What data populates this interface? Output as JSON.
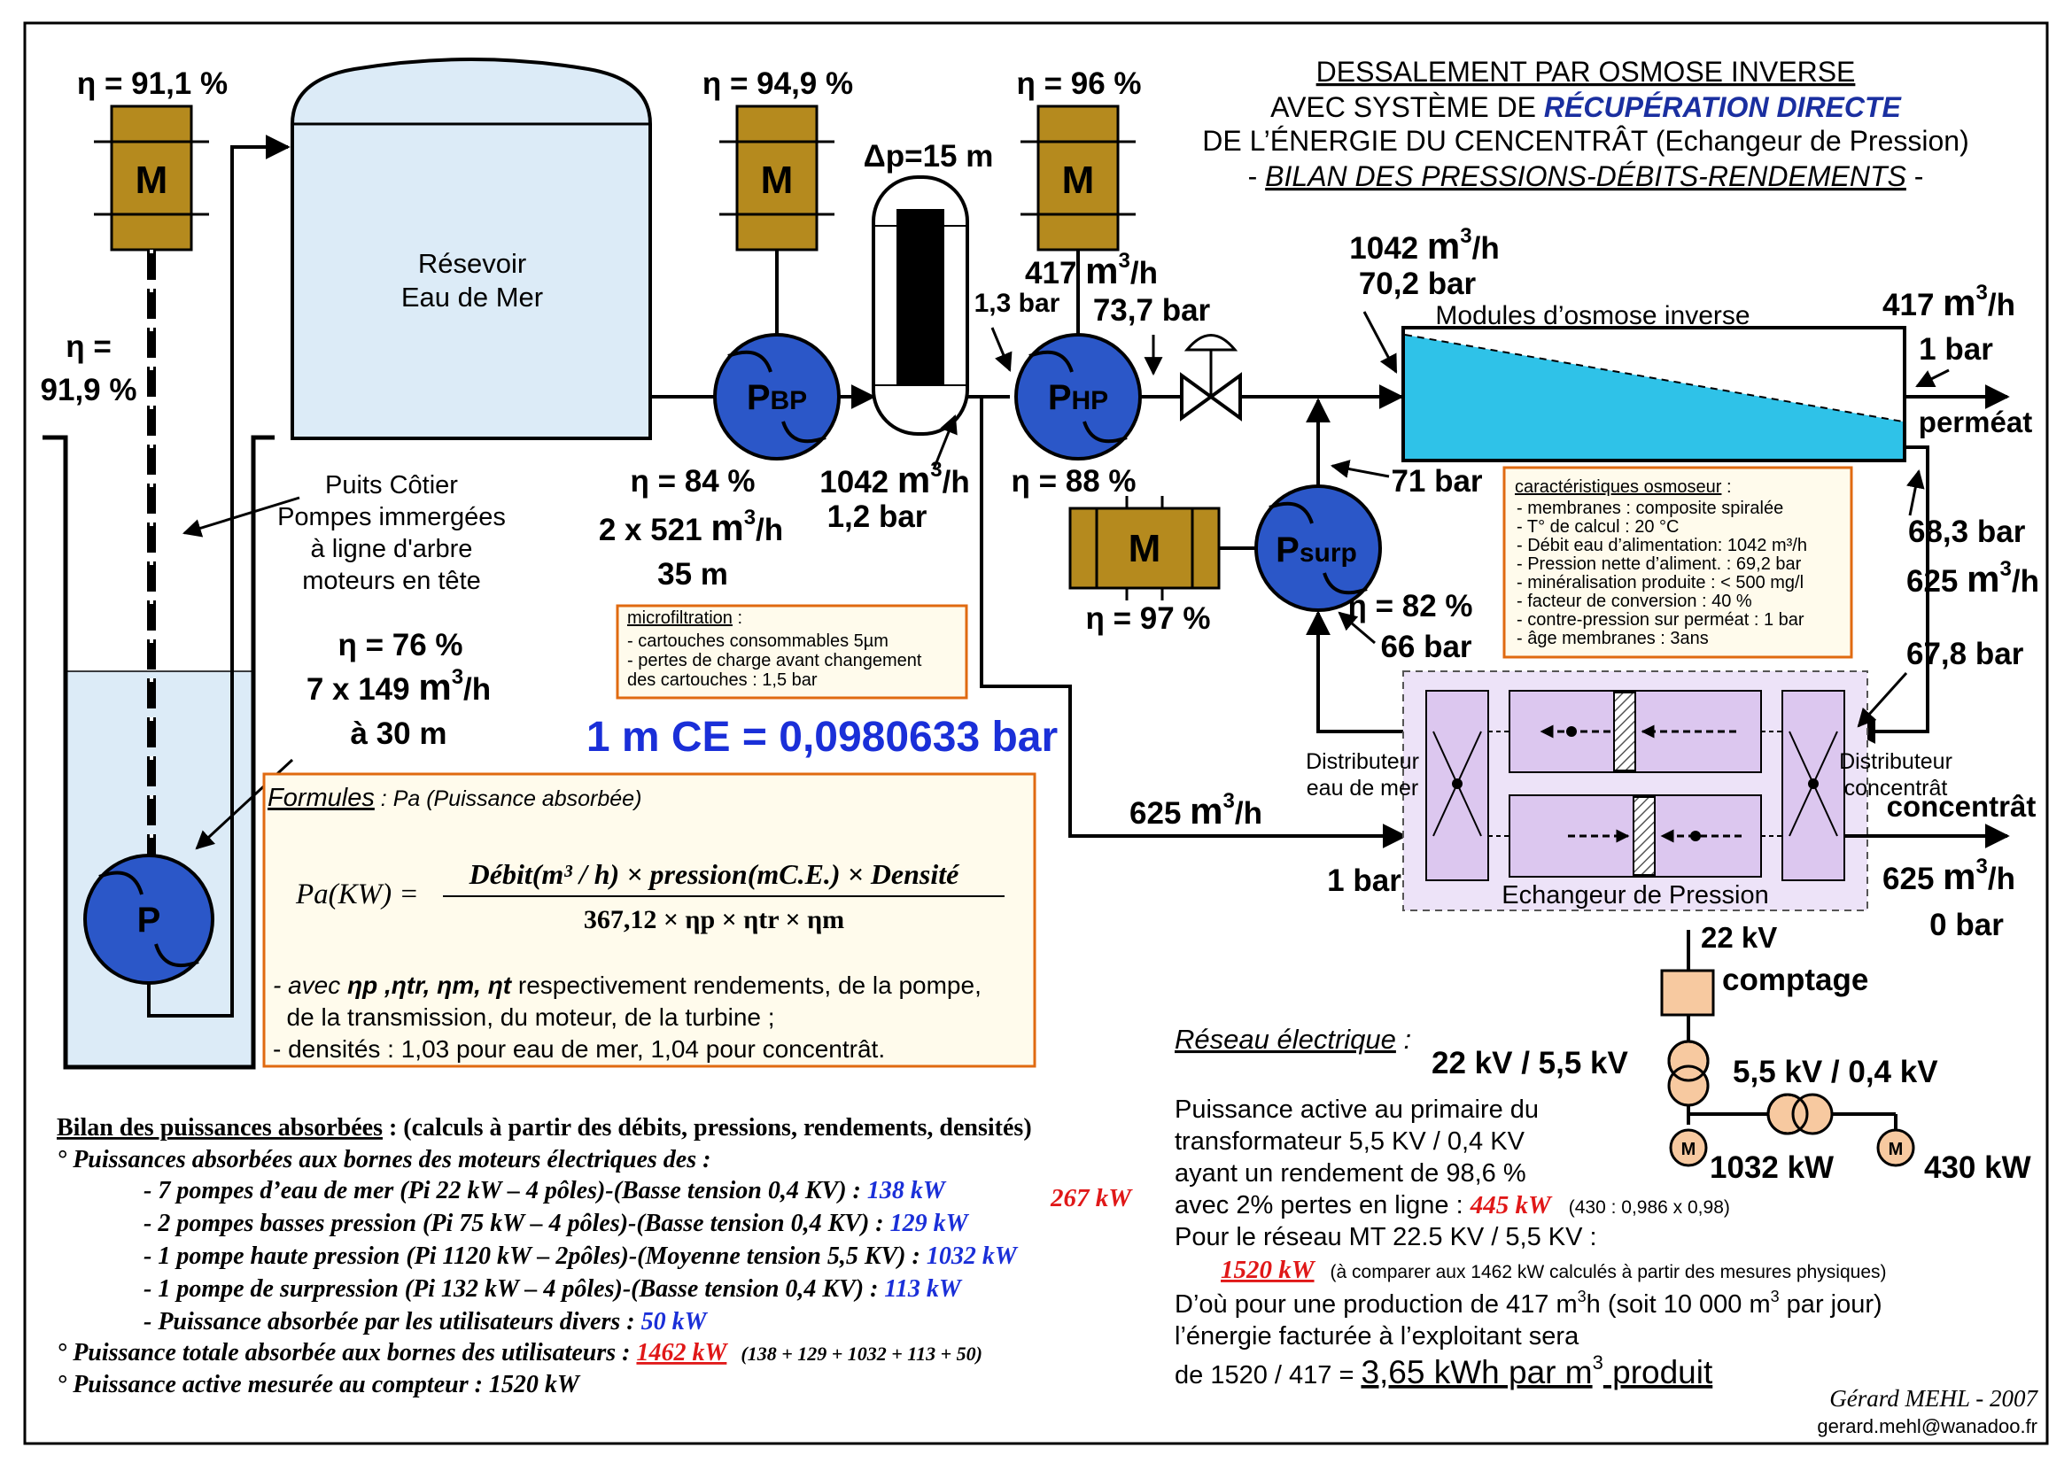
{
  "title": {
    "line1": "DESSALEMENT PAR OSMOSE INVERSE",
    "line2a": "AVEC SYSTÈME DE ",
    "line2b": "RÉCUPÉRATION DIRECTE",
    "line3": "DE L’ÉNERGIE DU CENCENTRÂT (Echangeur de Pression)",
    "line4a": "- ",
    "line4b": "BILAN DES PRESSIONS-DÉBITS-RENDEMENTS",
    "line4c": " -"
  },
  "colors": {
    "motor": "#b58a1e",
    "pump": "#2b57c8",
    "membrane": "#2fc2e8",
    "water": "#dcebf7",
    "exchanger": "#dcc7ef",
    "transformer": "#f7c9a0",
    "note_border": "#e06a10",
    "note_bg": "#fffbec",
    "blue_text": "#1a2fd8",
    "red_text": "#e01818"
  },
  "motors": {
    "well_eff": "η = 91,1 %",
    "bp_eff": "η = 94,9 %",
    "hp_eff": "η = 96 %",
    "surp_eff": "η = 97 %",
    "label": "M"
  },
  "shaft_eff": {
    "line1": "η =",
    "line2": "91,9 %"
  },
  "reservoir": {
    "line1": "Résevoir",
    "line2": "Eau de Mer"
  },
  "well": {
    "line1": "Puits Côtier",
    "line2": "Pompes immergées",
    "line3": "à ligne d'arbre",
    "line4": "moteurs en tête",
    "pump_label": "P",
    "eff": "η = 76 %",
    "flow_a": "7 x 149 ",
    "flow_unit": "m",
    "flow_sup": "3",
    "flow_b": "/h",
    "head": "à 30 m"
  },
  "pbp": {
    "label_p": "P",
    "label_sub": "BP",
    "eff": "η = 84 %",
    "flow_a": "2 x 521 ",
    "flow_unit": "m",
    "flow_sup": "3",
    "flow_b": "/h",
    "head": "35 m"
  },
  "filter": {
    "dp": "Δp=15 m",
    "flow_a": "1042 ",
    "flow_unit": "m",
    "flow_sup": "3",
    "flow_b": "/h",
    "pressure": "1,2 bar",
    "in_pressure": "1,3 bar"
  },
  "php": {
    "label_p": "P",
    "label_sub": "HP",
    "eff": "η = 88 %",
    "flow_a": "417 ",
    "flow_unit": "m",
    "flow_sup": "3",
    "flow_b": "/h",
    "out_pressure": "73,7 bar"
  },
  "membranes": {
    "label": "Modules d’osmose inverse",
    "in_flow_a": "1042 ",
    "in_flow_unit": "m",
    "in_flow_sup": "3",
    "in_flow_b": "/h",
    "in_pressure": "70,2 bar",
    "perm_flow_a": "417 ",
    "perm_flow_unit": "m",
    "perm_flow_sup": "3",
    "perm_flow_b": "/h",
    "perm_pressure": "1 bar",
    "perm_label": "perméat",
    "conc_pressure": "68,3 bar",
    "conc_flow_a": "625 ",
    "conc_flow_unit": "m",
    "conc_flow_sup": "3",
    "conc_flow_b": "/h"
  },
  "psurp": {
    "label_p": "P",
    "label_sub": "surp",
    "out_pressure": "71 bar",
    "eff": "η = 82 %",
    "in_pressure": "66 bar"
  },
  "osmoseur_note": {
    "title": "caractéristiques osmoseur",
    "title_suffix": " :",
    "items": [
      "- membranes : composite spiralée",
      "- T° de calcul : 20 °C",
      "- Débit eau d’alimentation: 1042 m³/h",
      "- Pression nette d’aliment. : 69,2 bar",
      "- minéralisation produite : < 500 mg/l",
      "- facteur de conversion : 40 %",
      "- contre-pression sur perméat : 1 bar",
      "- âge membranes : 3ans"
    ]
  },
  "micro_note": {
    "title": "microfiltration",
    "title_suffix": " :",
    "items": [
      "- cartouches consommables 5µm",
      "- pertes de charge avant changement",
      "  des cartouches : 1,5 bar"
    ]
  },
  "conversion": "1 m CE = 0,0980633 bar",
  "exchanger": {
    "label": "Echangeur de Pression",
    "dist_sea_1": "Distributeur",
    "dist_sea_2": "eau de mer",
    "dist_conc_1": "Distributeur",
    "dist_conc_2": "concentrât",
    "conc_in_pressure": "67,8 bar",
    "sea_in_flow_a": "625 ",
    "sea_in_flow_unit": "m",
    "sea_in_flow_sup": "3",
    "sea_in_flow_b": "/h",
    "sea_in_pressure": "1 bar",
    "out_label": "concentrât",
    "out_flow_a": "625 ",
    "out_flow_unit": "m",
    "out_flow_sup": "3",
    "out_flow_b": "/h",
    "out_pressure": "0 bar"
  },
  "formula": {
    "title": "Formules",
    "title_suffix": " : Pa (Puissance absorbée)",
    "lhs": "Pa(KW) =",
    "numerator": "Débit(m³ / h) × pression(mC.E.) × Densité",
    "denominator": "367,12 × ηp × ηtr × ηm",
    "line1a": "- avec ",
    "line1b": "ηp ,ηtr, ηm, ηt",
    "line1c": " respectivement rendements, de la pompe,",
    "line2": "  de la transmission, du moteur, de la turbine ;",
    "line3": "- densités : 1,03 pour eau de mer, 1,04 pour concentrât."
  },
  "electrical": {
    "voltage_in": "22 kV",
    "metering": "comptage",
    "tx1": "22 kV / 5,5 kV",
    "tx2": "5,5 kV / 0,4 kV",
    "motor_label": "M",
    "load_hp": "1032 kW",
    "load_lv": "430 kW"
  },
  "network": {
    "title": "Réseau électrique",
    "title_suffix": " :",
    "line1": "Puissance active au primaire du",
    "line2": "transformateur 5,5 KV / 0,4 KV",
    "line3": "ayant un rendement de 98,6 %",
    "line4a": "avec 2% pertes en ligne : ",
    "line4b": "445 kW",
    "line4c": "(430 : 0,986 x 0,98)",
    "line5": "Pour le réseau MT 22.5 KV / 5,5 KV :",
    "line6a": "1520 kW",
    "line6b": "(à comparer aux 1462 kW calculés à partir des mesures physiques)",
    "line7a": "D’où pour une production de 417 m",
    "line7b": "3",
    "line7c": "h (soit 10 000 m",
    "line7d": "3",
    "line7e": " par jour)",
    "line8": "l’énergie facturée à l’exploitant sera",
    "line9a": "de 1520 / 417 = ",
    "line9b": "3,65 kWh par m",
    "line9c": "3",
    "line9d": " produit"
  },
  "bilan": {
    "title": "Bilan des puissances absorbées",
    "title_suffix": " : (calculs à partir des débits, pressions, rendements, densités)",
    "subtitle": "° Puissances absorbées aux bornes des moteurs électriques des :",
    "rows": [
      {
        "text": "- 7 pompes d’eau de mer (Pi 22 kW – 4 pôles)-(Basse tension 0,4 KV) : ",
        "value": "138 kW"
      },
      {
        "text": "- 2 pompes basses pression (Pi 75 kW – 4 pôles)-(Basse tension 0,4 KV) : ",
        "value": "129 kW"
      },
      {
        "text": "- 1 pompe haute pression (Pi 1120 kW – 2pôles)-(Moyenne tension 5,5 KV) : ",
        "value": "1032 kW"
      },
      {
        "text": "- 1 pompe de surpression (Pi 132 kW – 4 pôles)-(Basse tension 0,4 KV) : ",
        "value": "113 kW"
      },
      {
        "text": "- Puissance absorbée par les utilisateurs divers  : ",
        "value": "50 kW"
      }
    ],
    "subtotal": "267 kW",
    "total_label": "° Puissance totale absorbée aux bornes des utilisateurs  : ",
    "total_value": "1462 kW",
    "total_detail": "(138 + 129 + 1032 + 113 + 50)",
    "measured": "° Puissance active mesurée au compteur : 1520 kW"
  },
  "signature": {
    "name": "Gérard MEHL - 2007",
    "email": "gerard.mehl@wanadoo.fr"
  }
}
